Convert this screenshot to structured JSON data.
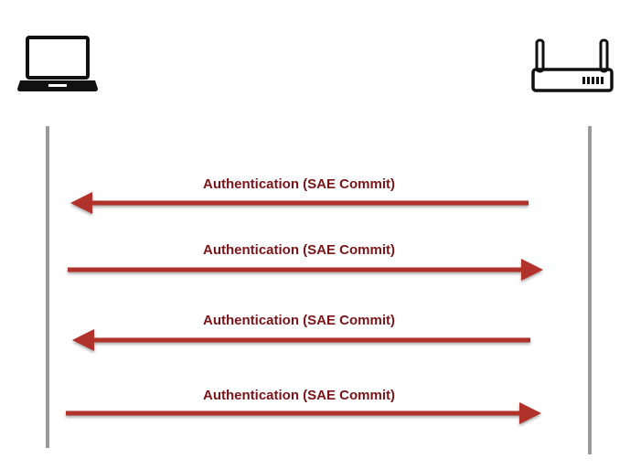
{
  "diagram": {
    "participants": [
      {
        "name": "client",
        "icon": "laptop-icon"
      },
      {
        "name": "access-point",
        "icon": "router-icon"
      }
    ],
    "messages": [
      {
        "label": "Authentication (SAE Commit)",
        "direction": "right-to-left"
      },
      {
        "label": "Authentication (SAE Commit)",
        "direction": "left-to-right"
      },
      {
        "label": "Authentication (SAE Commit)",
        "direction": "right-to-left"
      },
      {
        "label": "Authentication (SAE Commit)",
        "direction": "left-to-right"
      }
    ],
    "colors": {
      "arrow": "#b0322a",
      "label": "#7a1419",
      "lifeline": "#9a9a9a",
      "icon": "#111111"
    }
  }
}
